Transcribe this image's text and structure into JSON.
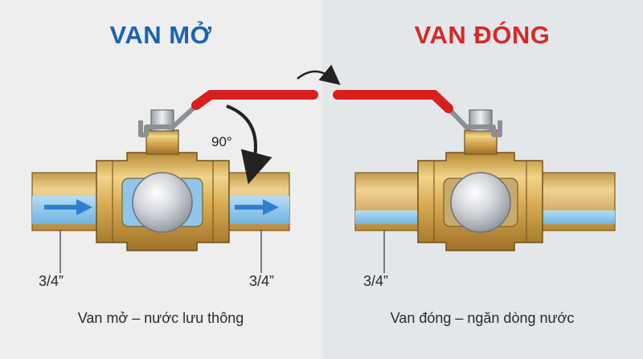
{
  "colors": {
    "left_bg": "#eeeeee",
    "right_bg": "#e4e7ea",
    "open_title": "#1b63b0",
    "closed_title": "#d42a2a",
    "handle": "#d81e1e",
    "brass": "#cfa24c",
    "water": "#7fbde6",
    "arrow_blue": "#2f7fd0"
  },
  "open_panel": {
    "title": "VAN MỞ",
    "size_left": "3/4”",
    "size_right": "3/4”",
    "angle": "90°",
    "caption": "Van mở – nước lưu thông"
  },
  "closed_panel": {
    "title": "VAN ĐÓNG",
    "size": "3/4”",
    "caption": "Van đóng – ngăn dòng nước"
  }
}
